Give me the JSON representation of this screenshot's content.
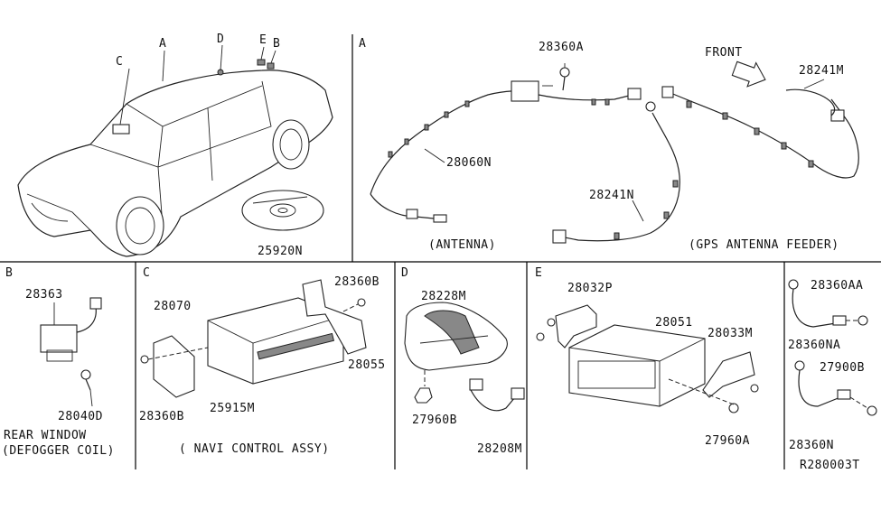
{
  "sections": {
    "overview": {
      "callouts": [
        "A",
        "D",
        "E",
        "B",
        "C"
      ],
      "disc_part": "25920N"
    },
    "A": {
      "letter": "A",
      "parts": [
        "28360A",
        "28060N",
        "28241N",
        "28241M"
      ],
      "front_label": "FRONT",
      "caption_antenna": "(ANTENNA)",
      "caption_gps": "(GPS ANTENNA FEEDER)"
    },
    "B": {
      "letter": "B",
      "parts": [
        "28363",
        "28040D"
      ],
      "caption_line1": "REAR WINDOW",
      "caption_line2": "(DEFOGGER COIL)"
    },
    "C": {
      "letter": "C",
      "parts": [
        "28070",
        "28360B",
        "28055",
        "28360B",
        "25915M"
      ],
      "caption": "( NAVI CONTROL ASSY)"
    },
    "D": {
      "letter": "D",
      "parts": [
        "28228M",
        "27960B",
        "28208M"
      ]
    },
    "E": {
      "letter": "E",
      "parts": [
        "28032P",
        "28051",
        "28033M",
        "27960A"
      ]
    },
    "F": {
      "parts": [
        "28360AA",
        "28360NA",
        "27900B",
        "28360N"
      ],
      "diagram_code": "R280003T"
    }
  }
}
